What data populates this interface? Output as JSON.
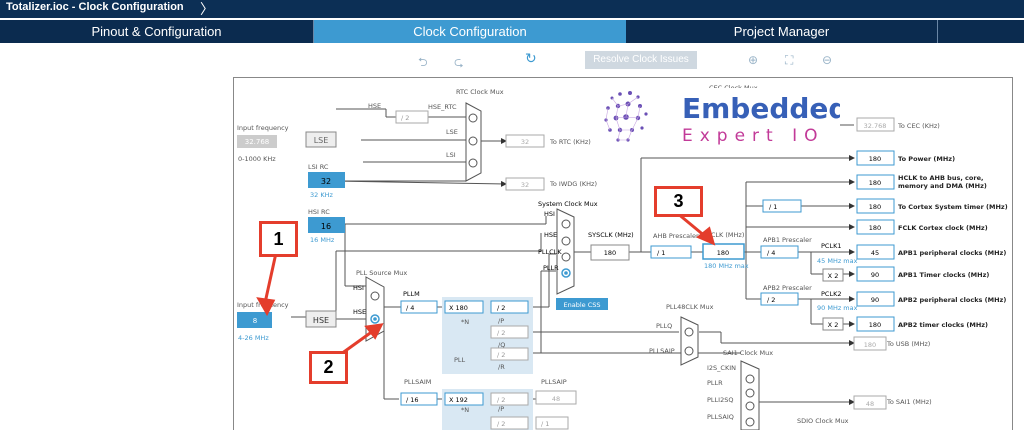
{
  "window_title": "Totalizer.ioc - Clock Configuration",
  "tabs": [
    {
      "label": "Pinout & Configuration"
    },
    {
      "label": "Clock Configuration"
    },
    {
      "label": "Project Manager"
    }
  ],
  "toolbar": {
    "undo_icon": "undo-icon",
    "redo_icon": "redo-icon",
    "refresh_icon": "refresh-icon",
    "resolve_label": "Resolve Clock Issues",
    "zoom_in_icon": "zoom-in-icon",
    "fit_icon": "fit-icon",
    "zoom_out_icon": "zoom-out-icon"
  },
  "logo": {
    "line1": "Embedded",
    "line2": "Expert IO"
  },
  "annotations": [
    "1",
    "2",
    "3"
  ],
  "diagram": {
    "rtc_mux": "RTC Clock Mux",
    "cec_mux": "CEC Clock Mux",
    "hse_label": "HSE",
    "hse_rtc": "HSE_RTC",
    "lse_label": "LSE",
    "lsi_label": "LSI",
    "div2_rtc": "/ 2",
    "rtc_value": "32",
    "rtc_unit": "To RTC (KHz)",
    "iwdg_value": "32",
    "iwdg_unit": "To IWDG (KHz)",
    "input_freq_top": "Input frequency",
    "lse_freq": "32.768",
    "lse_range": "0-1000 KHz",
    "lsi_rc": "LSI RC",
    "lsi_value": "32",
    "lsi_unit": "32 KHz",
    "hsi_rc": "HSI RC",
    "hsi_value": "16",
    "hsi_unit": "16 MHz",
    "input_freq_bottom": "Input frequency",
    "hse_freq": "8",
    "hse_range": "4-26 MHz",
    "pll_source_mux": "PLL Source Mux",
    "hsi_in": "HSI",
    "hse_in": "HSE",
    "pllm": "PLLM",
    "pllm_div": "/ 4",
    "pll_n": "X 180",
    "star_n": "*N",
    "pll_p": "/ 2",
    "p_label": "/P",
    "pll_q": "/ 2",
    "q_label": "/Q",
    "pll_r": "/ 2",
    "r_label": "/R",
    "pll_label": "PLL",
    "sys_clock_mux": "System Clock Mux",
    "sys_hsi": "HSI",
    "sys_hse": "HSE",
    "sys_pllclk": "PLLCLK",
    "sys_pllr": "PLLR",
    "enable_css": "Enable CSS",
    "sysclk_label": "SYSCLK (MHz)",
    "sysclk_value": "180",
    "ahb_prescaler": "AHB Prescaler",
    "ahb_div": "/ 1",
    "hclk_label": "HCLK (MHz)",
    "hclk_value": "180",
    "hclk_max": "180 MHz max",
    "cortex_div": "/ 1",
    "apb1_prescaler": "APB1 Prescaler",
    "apb1_div": "/ 4",
    "pclk1": "PCLK1",
    "pclk1_max": "45 MHz max",
    "apb1_x2": "X 2",
    "apb2_prescaler": "APB2 Prescaler",
    "apb2_div": "/ 2",
    "pclk2": "PCLK2",
    "pclk2_max": "90 MHz max",
    "apb2_x2": "X 2",
    "pll48_mux": "PLL48CLK Mux",
    "pllq": "PLLQ",
    "pllsaip_in": "PLLSAIP",
    "usb_value": "180",
    "usb_unit": "To USB (MHz)",
    "sai1_mux": "SAI1 Clock Mux",
    "i2s_ckin": "I2S_CKIN",
    "sai_pllr": "PLLR",
    "plli2sq": "PLLI2SQ",
    "pllsaiq": "PLLSAIQ",
    "sai1_value": "48",
    "sai1_unit": "To SAI1 (MHz)",
    "pllsaim": "PLLSAIM",
    "pllsaim_div": "/ 16",
    "pllsai_n": "X 192",
    "pllsaip_label": "PLLSAIP",
    "pllsai_p": "/ 2",
    "pllsai_p_val": "48",
    "pllsai_q": "/ 2",
    "pllsai_q2": "/ 1",
    "sdio_mux": "SDIO Clock Mux",
    "outputs": [
      {
        "value": "32.768",
        "label": "To CEC (KHz)"
      },
      {
        "value": "180",
        "label": "To Power (MHz)"
      },
      {
        "value": "180",
        "label": "HCLK to AHB bus, core,"
      },
      {
        "value": "180",
        "label": "To Cortex System timer (MHz)"
      },
      {
        "value": "180",
        "label": "FCLK Cortex clock (MHz)"
      },
      {
        "value": "45",
        "label": "APB1 peripheral clocks (MHz)"
      },
      {
        "value": "90",
        "label": "APB1 Timer clocks (MHz)"
      },
      {
        "value": "90",
        "label": "APB2 peripheral clocks (MHz)"
      },
      {
        "value": "180",
        "label": "APB2 timer clocks (MHz)"
      }
    ],
    "hclk_label_line2": "memory and DMA (MHz)"
  }
}
